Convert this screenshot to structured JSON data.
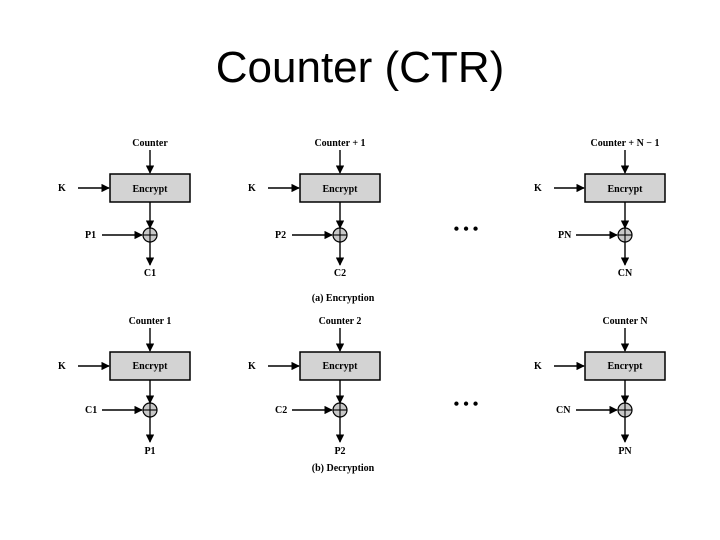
{
  "title": "Counter (CTR)",
  "encryption": {
    "caption": "(a) Encryption",
    "columns": [
      {
        "counter": "Counter",
        "key": "K",
        "function": "Encrypt",
        "input": "P1",
        "output": "C1"
      },
      {
        "counter": "Counter + 1",
        "key": "K",
        "function": "Encrypt",
        "input": "P2",
        "output": "C2"
      },
      {
        "counter": "Counter + N − 1",
        "key": "K",
        "function": "Encrypt",
        "input": "PN",
        "output": "CN"
      }
    ]
  },
  "decryption": {
    "caption": "(b) Decryption",
    "columns": [
      {
        "counter": "Counter 1",
        "key": "K",
        "function": "Encrypt",
        "input": "C1",
        "output": "P1"
      },
      {
        "counter": "Counter 2",
        "key": "K",
        "function": "Encrypt",
        "input": "C2",
        "output": "P2"
      },
      {
        "counter": "Counter N",
        "key": "K",
        "function": "Encrypt",
        "input": "CN",
        "output": "PN"
      }
    ]
  },
  "ellipsis": "• • •"
}
